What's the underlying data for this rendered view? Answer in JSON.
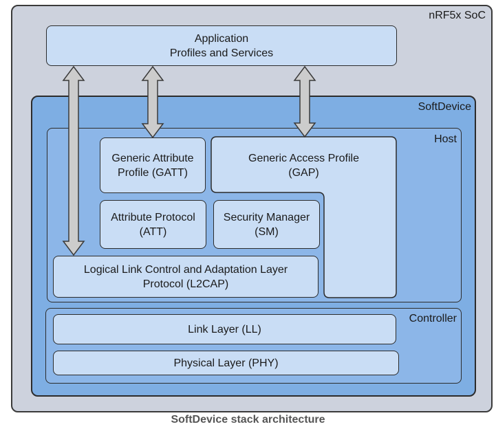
{
  "soc_label": "nRF5x SoC",
  "application": {
    "line1": "Application",
    "line2": "Profiles and Services"
  },
  "softdevice_label": "SoftDevice",
  "host": {
    "label": "Host",
    "gatt": {
      "line1": "Generic Attribute",
      "line2": "Profile (GATT)"
    },
    "gap": {
      "line1": "Generic Access Profile",
      "line2": "(GAP)"
    },
    "att": {
      "line1": "Attribute Protocol",
      "line2": "(ATT)"
    },
    "sm": {
      "line1": "Security Manager",
      "line2": "(SM)"
    },
    "l2cap": {
      "line1": "Logical Link Control and Adaptation Layer",
      "line2": "Protocol (L2CAP)"
    }
  },
  "controller": {
    "label": "Controller",
    "ll": "Link Layer (LL)",
    "phy": "Physical Layer (PHY)"
  },
  "caption": "SoftDevice stack architecture",
  "colors": {
    "soc_bg": "#cdd2dd",
    "softdevice_bg": "#7eaee3",
    "host_bg": "#8cb6e8",
    "box_light": "#c9ddf5",
    "arrow_fill": "#cccccc"
  }
}
